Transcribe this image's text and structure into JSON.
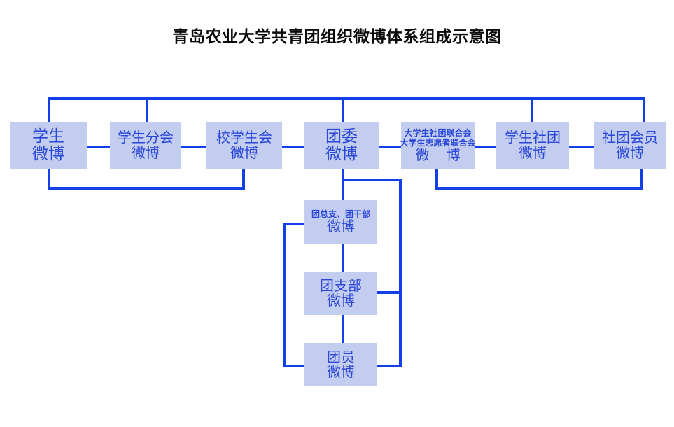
{
  "title": "青岛农业大学共青团组织微博体系组成示意图",
  "colors": {
    "box_fill": "#c3cdf0",
    "box_text": "#2b47d8",
    "line": "#1140e8",
    "title_text": "#0b0b0b",
    "background": "#ffffff"
  },
  "nodes": {
    "student": {
      "line1": "学生",
      "line2": "微博"
    },
    "student_branch": {
      "line1": "学生分会",
      "line2": "微博"
    },
    "school_union": {
      "line1": "校学生会",
      "line2": "微博"
    },
    "league_committee": {
      "line1": "团委",
      "line2": "微博"
    },
    "federations": {
      "line1": "大学生社团联合会",
      "line2": "大学生志愿者联合会",
      "line3": "微 博"
    },
    "student_club": {
      "line1": "学生社团",
      "line2": "微博"
    },
    "club_member": {
      "line1": "社团会员",
      "line2": "微博"
    },
    "branch_cadre": {
      "line1": "团总支、团干部",
      "line2": "微博"
    },
    "league_branch": {
      "line1": "团支部",
      "line2": "微博"
    },
    "league_member": {
      "line1": "团员",
      "line2": "微博"
    }
  }
}
